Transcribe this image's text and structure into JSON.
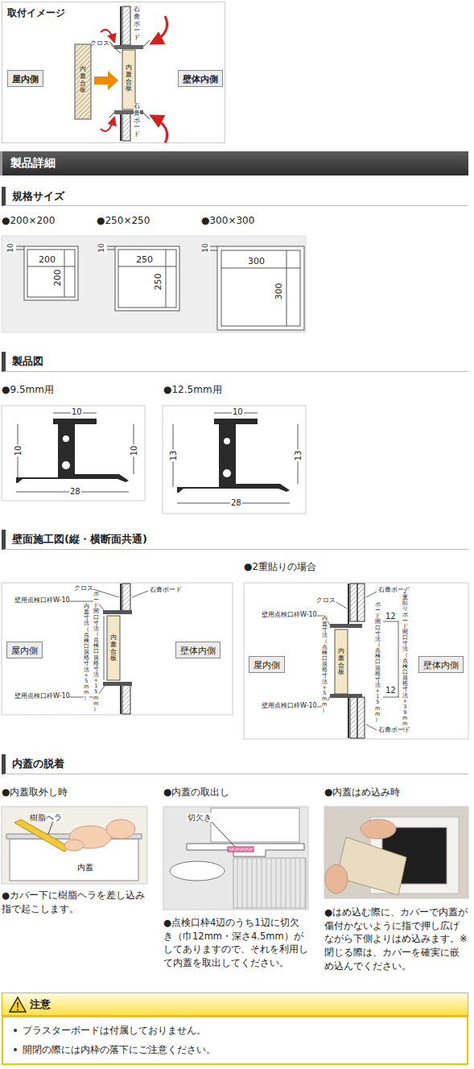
{
  "diagram": {
    "nodes": [
      {
        "text": [
          "取付イメージ"
        ]
      },
      {
        "text": [
          "屋内側"
        ],
        "in": 0
      },
      {
        "text": [
          "壁体内側"
        ],
        "in": 0
      },
      {
        "text": [
          "製品詳細"
        ]
      },
      {
        "text": [
          "規格サイズ"
        ]
      },
      {
        "text": [
          "製品図"
        ]
      },
      {
        "text": [
          "壁面施工図(縦・横断面共通)"
        ]
      },
      {
        "text": [
          "屋内側"
        ]
      },
      {
        "text": [
          "壁体内側"
        ]
      },
      {
        "text": [
          "屋内側"
        ]
      },
      {
        "text": [
          "壁体内側"
        ]
      },
      {
        "text": [
          "内蓋の脱着"
        ]
      },
      {
        "text": [
          "注意"
        ]
      },
      {
        "text": [
          "プラスターボードは付属しておりません。",
          "開閉の際には内枠の落下にご注意ください。"
        ]
      }
    ],
    "labels": [
      "クロス",
      "内蓋合板",
      "石膏ボード",
      "内蓋合板",
      "石膏ボード",
      "●200×200",
      "●250×250",
      "●300×300",
      "10",
      "200",
      "200",
      "10",
      "250",
      "250",
      "10",
      "300",
      "300",
      "●9.5mm用",
      "●12.5mm用",
      "10",
      "10",
      "10",
      "28",
      "10",
      "13",
      "13",
      "28",
      "●2重貼りの場合",
      "クロス",
      "石膏ボード",
      "壁用点検口枠W-10",
      "内蓋寸法（点検口規格寸法+5mm）",
      "ボード開口寸法（点検口規格寸法+15mm）",
      "内蓋合板",
      "壁用点検口枠W-10",
      "クロス",
      "石膏ボード",
      "壁用点検口枠W-10",
      "内蓋寸法（点検口規格寸法+5mm）",
      "内蓋合板",
      "12",
      "ボード開口寸法（点検口規格寸法+15mm）",
      "12",
      "2重貼りボード開口寸法（点検口規格寸法+39mm）",
      "壁用点検口枠W-10",
      "石膏ボード",
      "●内蓋取外し時",
      "●内蓋の取出し",
      "●内蓋はめ込み時",
      "樹脂ヘラ",
      "内蓋",
      "切欠き",
      "●カバー下に樹脂ヘラを差し込み指で起こします。",
      "●点検口枠4辺のうち1辺に切欠き（巾12mm・深さ4.5mm）がしてありますので、それを利用して内蓋を取出してください。",
      "●はめ込む際に、カバーで内蓋が傷付かないように指で押し広げながら下側よりはめ込みます。※閉じる際は、カバーを確実に嵌め込んでください。"
    ]
  }
}
